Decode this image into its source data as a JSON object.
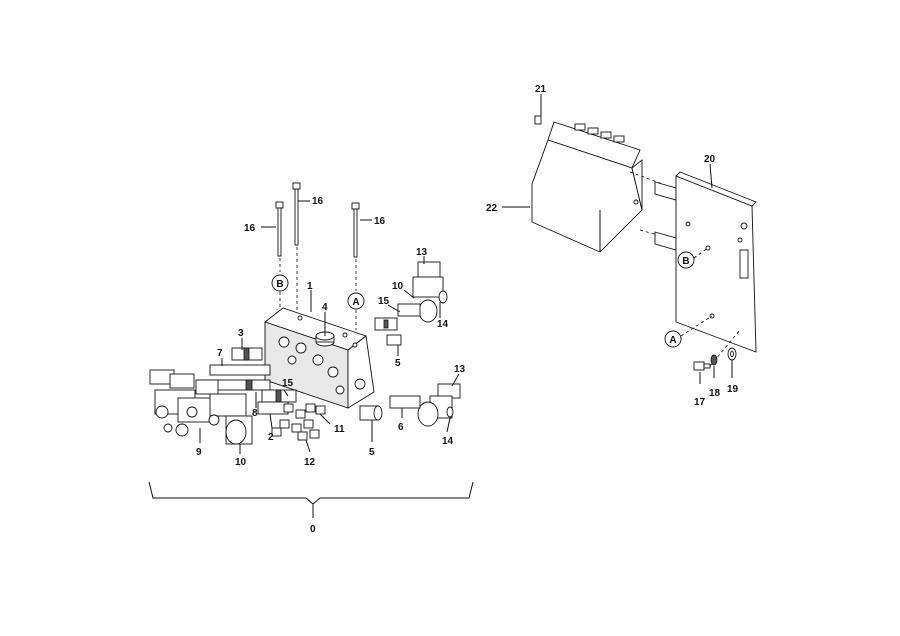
{
  "callouts": {
    "c0": "0",
    "c1": "1",
    "c2": "2",
    "c3": "3",
    "c4": "4",
    "c5a": "5",
    "c5b": "5",
    "c6": "6",
    "c7": "7",
    "c8": "8",
    "c9": "9",
    "c10a": "10",
    "c10b": "10",
    "c11": "11",
    "c12": "12",
    "c13a": "13",
    "c13b": "13",
    "c14a": "14",
    "c14b": "14",
    "c15a": "15",
    "c15b": "15",
    "c16a": "16",
    "c16b": "16",
    "c16c": "16",
    "c17": "17",
    "c18": "18",
    "c19": "19",
    "c20": "20",
    "c21": "21",
    "c22": "22"
  },
  "markers": {
    "a_left": "A",
    "b_left": "B",
    "a_right": "A",
    "b_right": "B"
  }
}
